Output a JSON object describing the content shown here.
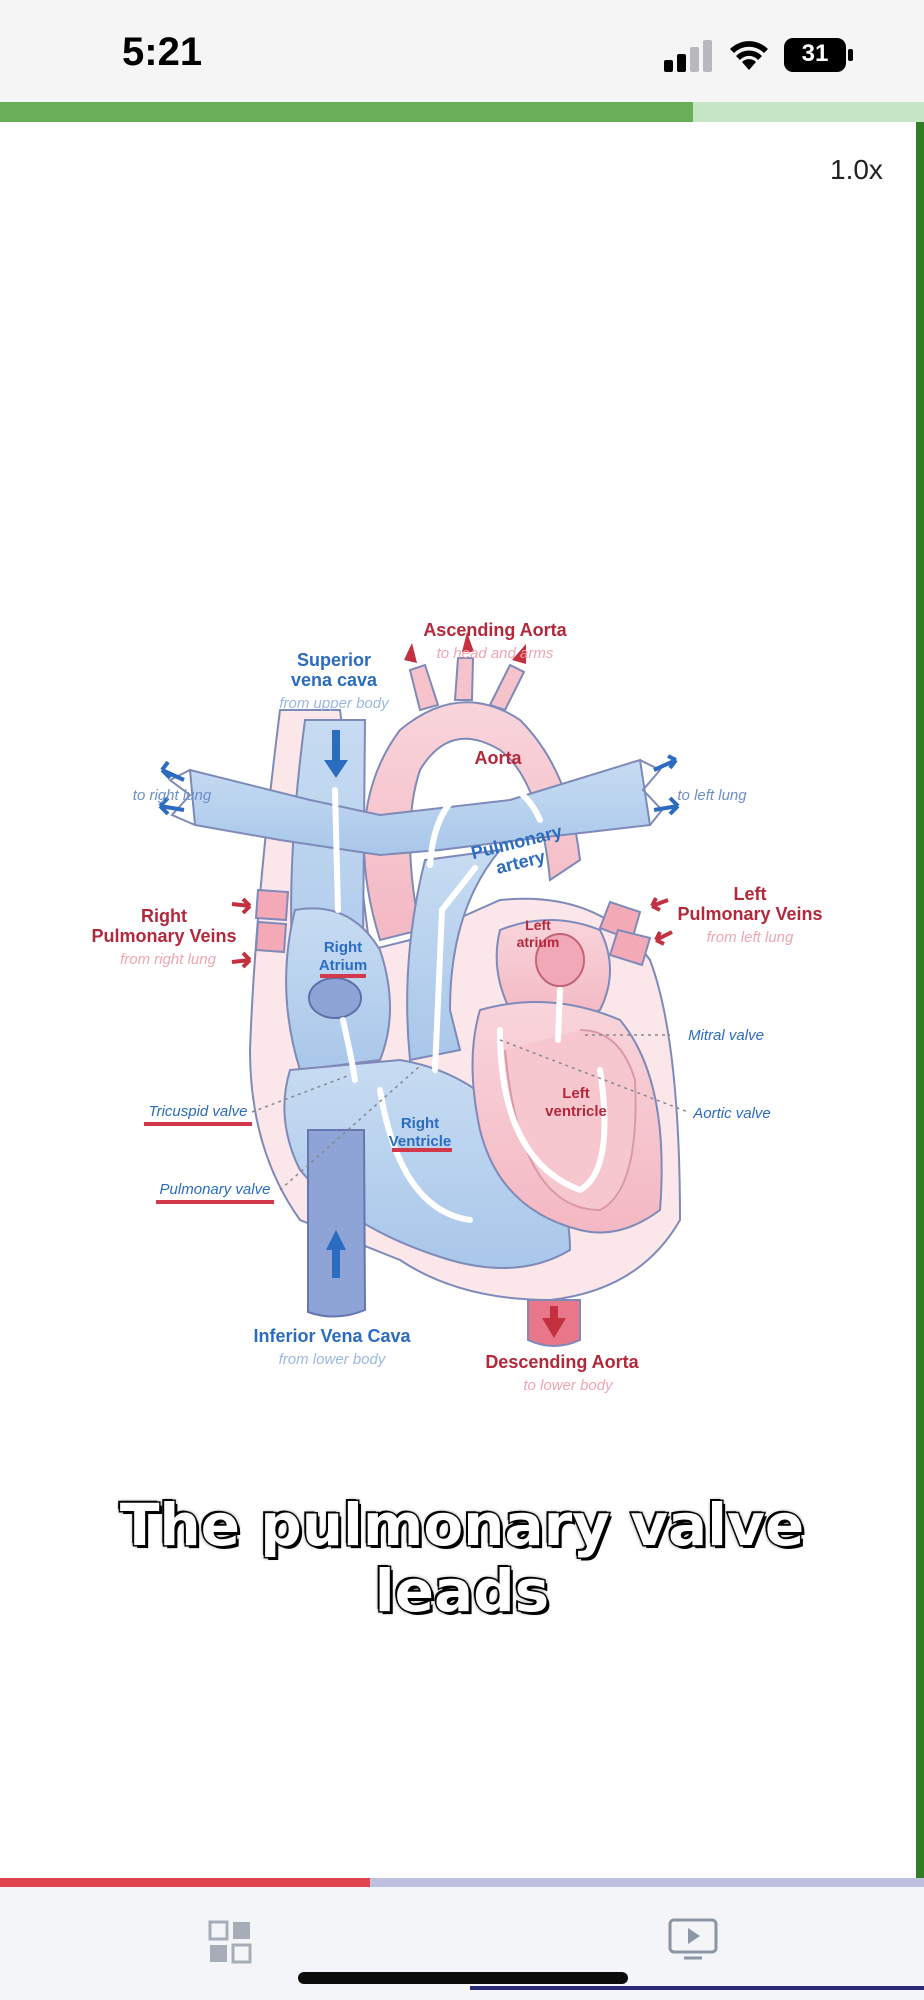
{
  "status_bar": {
    "time": "5:21",
    "battery": "31",
    "signal_icon": "cellular-signal-icon",
    "wifi_icon": "wifi-icon",
    "battery_icon": "battery-icon"
  },
  "progress": {
    "top_fraction": 0.75,
    "bottom_fraction": 0.4,
    "top_color": "#6aaf58",
    "bottom_color": "#e0454f"
  },
  "player": {
    "speed": "1.0x"
  },
  "diagram": {
    "ascending_aorta": "Ascending Aorta",
    "ascending_aorta_sub": "to head and arms",
    "superior_vena_cava": "Superior",
    "superior_vena_cava_2": "vena cava",
    "superior_vena_cava_sub": "from upper body",
    "aorta": "Aorta",
    "to_right_lung": "to right lung",
    "to_left_lung": "to left lung",
    "pulmonary_artery": "Pulmonary",
    "pulmonary_artery_2": "artery",
    "right_pulmonary_veins": "Right",
    "right_pulmonary_veins_2": "Pulmonary Veins",
    "right_pulmonary_veins_sub": "from right lung",
    "left_pulmonary_veins": "Left",
    "left_pulmonary_veins_2": "Pulmonary Veins",
    "left_pulmonary_veins_sub": "from left lung",
    "right_atrium": "Right",
    "right_atrium_2": "Atrium",
    "left_atrium": "Left",
    "left_atrium_2": "atrium",
    "mitral_valve": "Mitral valve",
    "aortic_valve": "Aortic valve",
    "tricuspid_valve": "Tricuspid valve",
    "pulmonary_valve": "Pulmonary valve",
    "left_ventricle": "Left",
    "left_ventricle_2": "ventricle",
    "right_ventricle": "Right",
    "right_ventricle_2": "Ventricle",
    "inferior_vena_cava": "Inferior Vena Cava",
    "inferior_vena_cava_sub": "from lower body",
    "descending_aorta": "Descending Aorta",
    "descending_aorta_sub": "to lower body"
  },
  "caption": {
    "line1": "The pulmonary valve",
    "line2": "leads"
  },
  "bottom_nav": {
    "grid_icon": "grid-icon",
    "player_icon": "video-player-icon"
  }
}
